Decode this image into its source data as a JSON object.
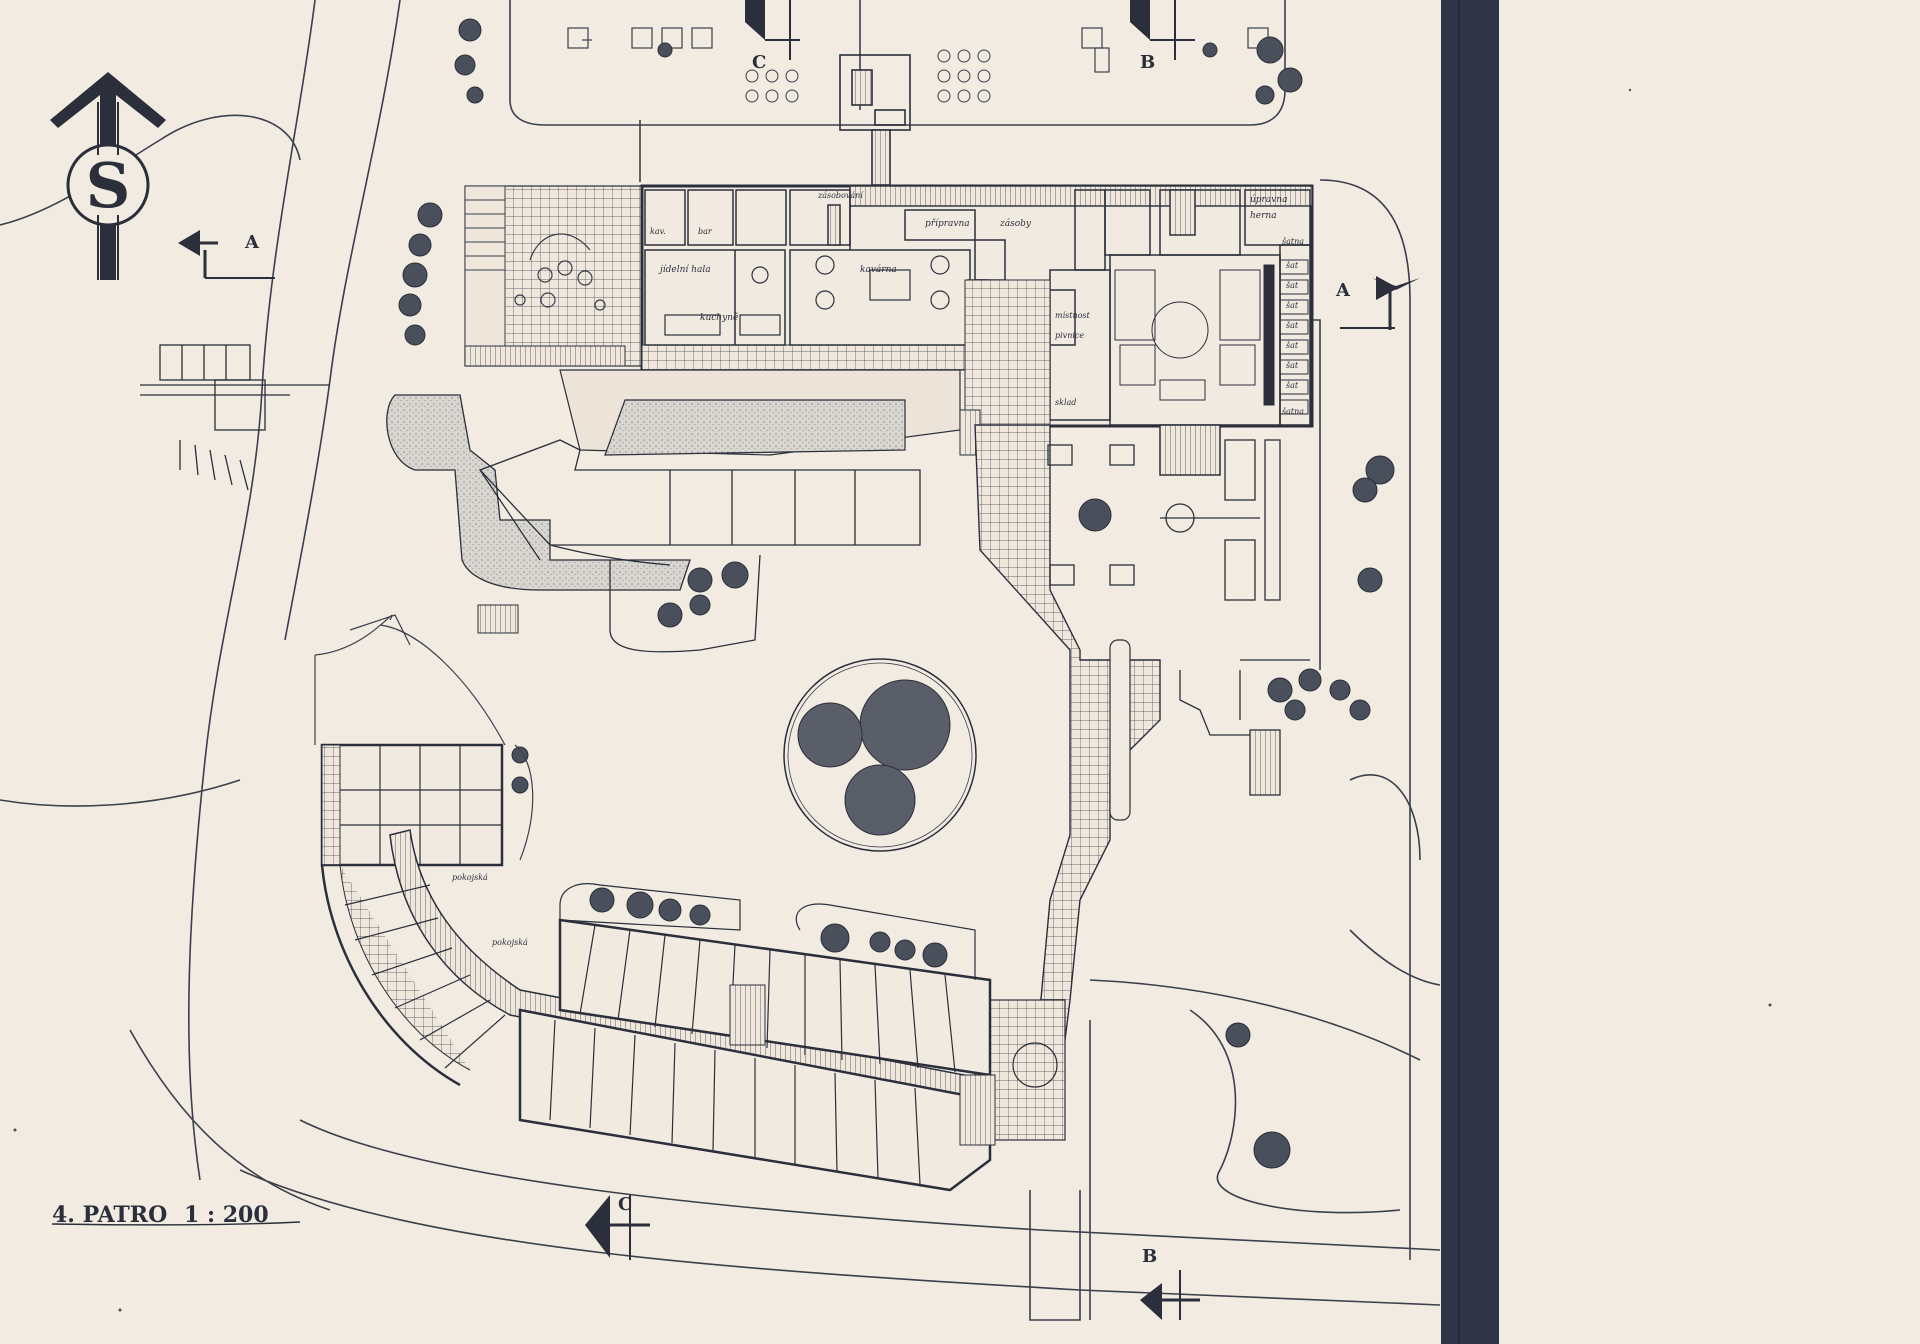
{
  "drawing": {
    "title": "4. PATRO",
    "scale": "1 : 200",
    "north_emblem": "S",
    "section_markers": [
      "A",
      "A",
      "B",
      "B",
      "C",
      "C"
    ],
    "ink_color": "#2a2f3b",
    "paper_color": "#f2ebe1",
    "band_color": "#2f3446"
  },
  "room_labels": {
    "jidelna": "jídelní hala",
    "kuchyne": "kuchyně",
    "kav": "kav.",
    "bar": "bar",
    "kavarna": "kavárna",
    "zasobovani": "zásobování",
    "pripravna": "přípravna",
    "zasoby": "zásoby",
    "mistnost": "místnost",
    "sklad": "sklad",
    "pivnice": "pivnice",
    "upravna": "úpravna",
    "herna": "herna",
    "satna": "šatna",
    "sat": "šat",
    "pokojska": "pokojská"
  }
}
